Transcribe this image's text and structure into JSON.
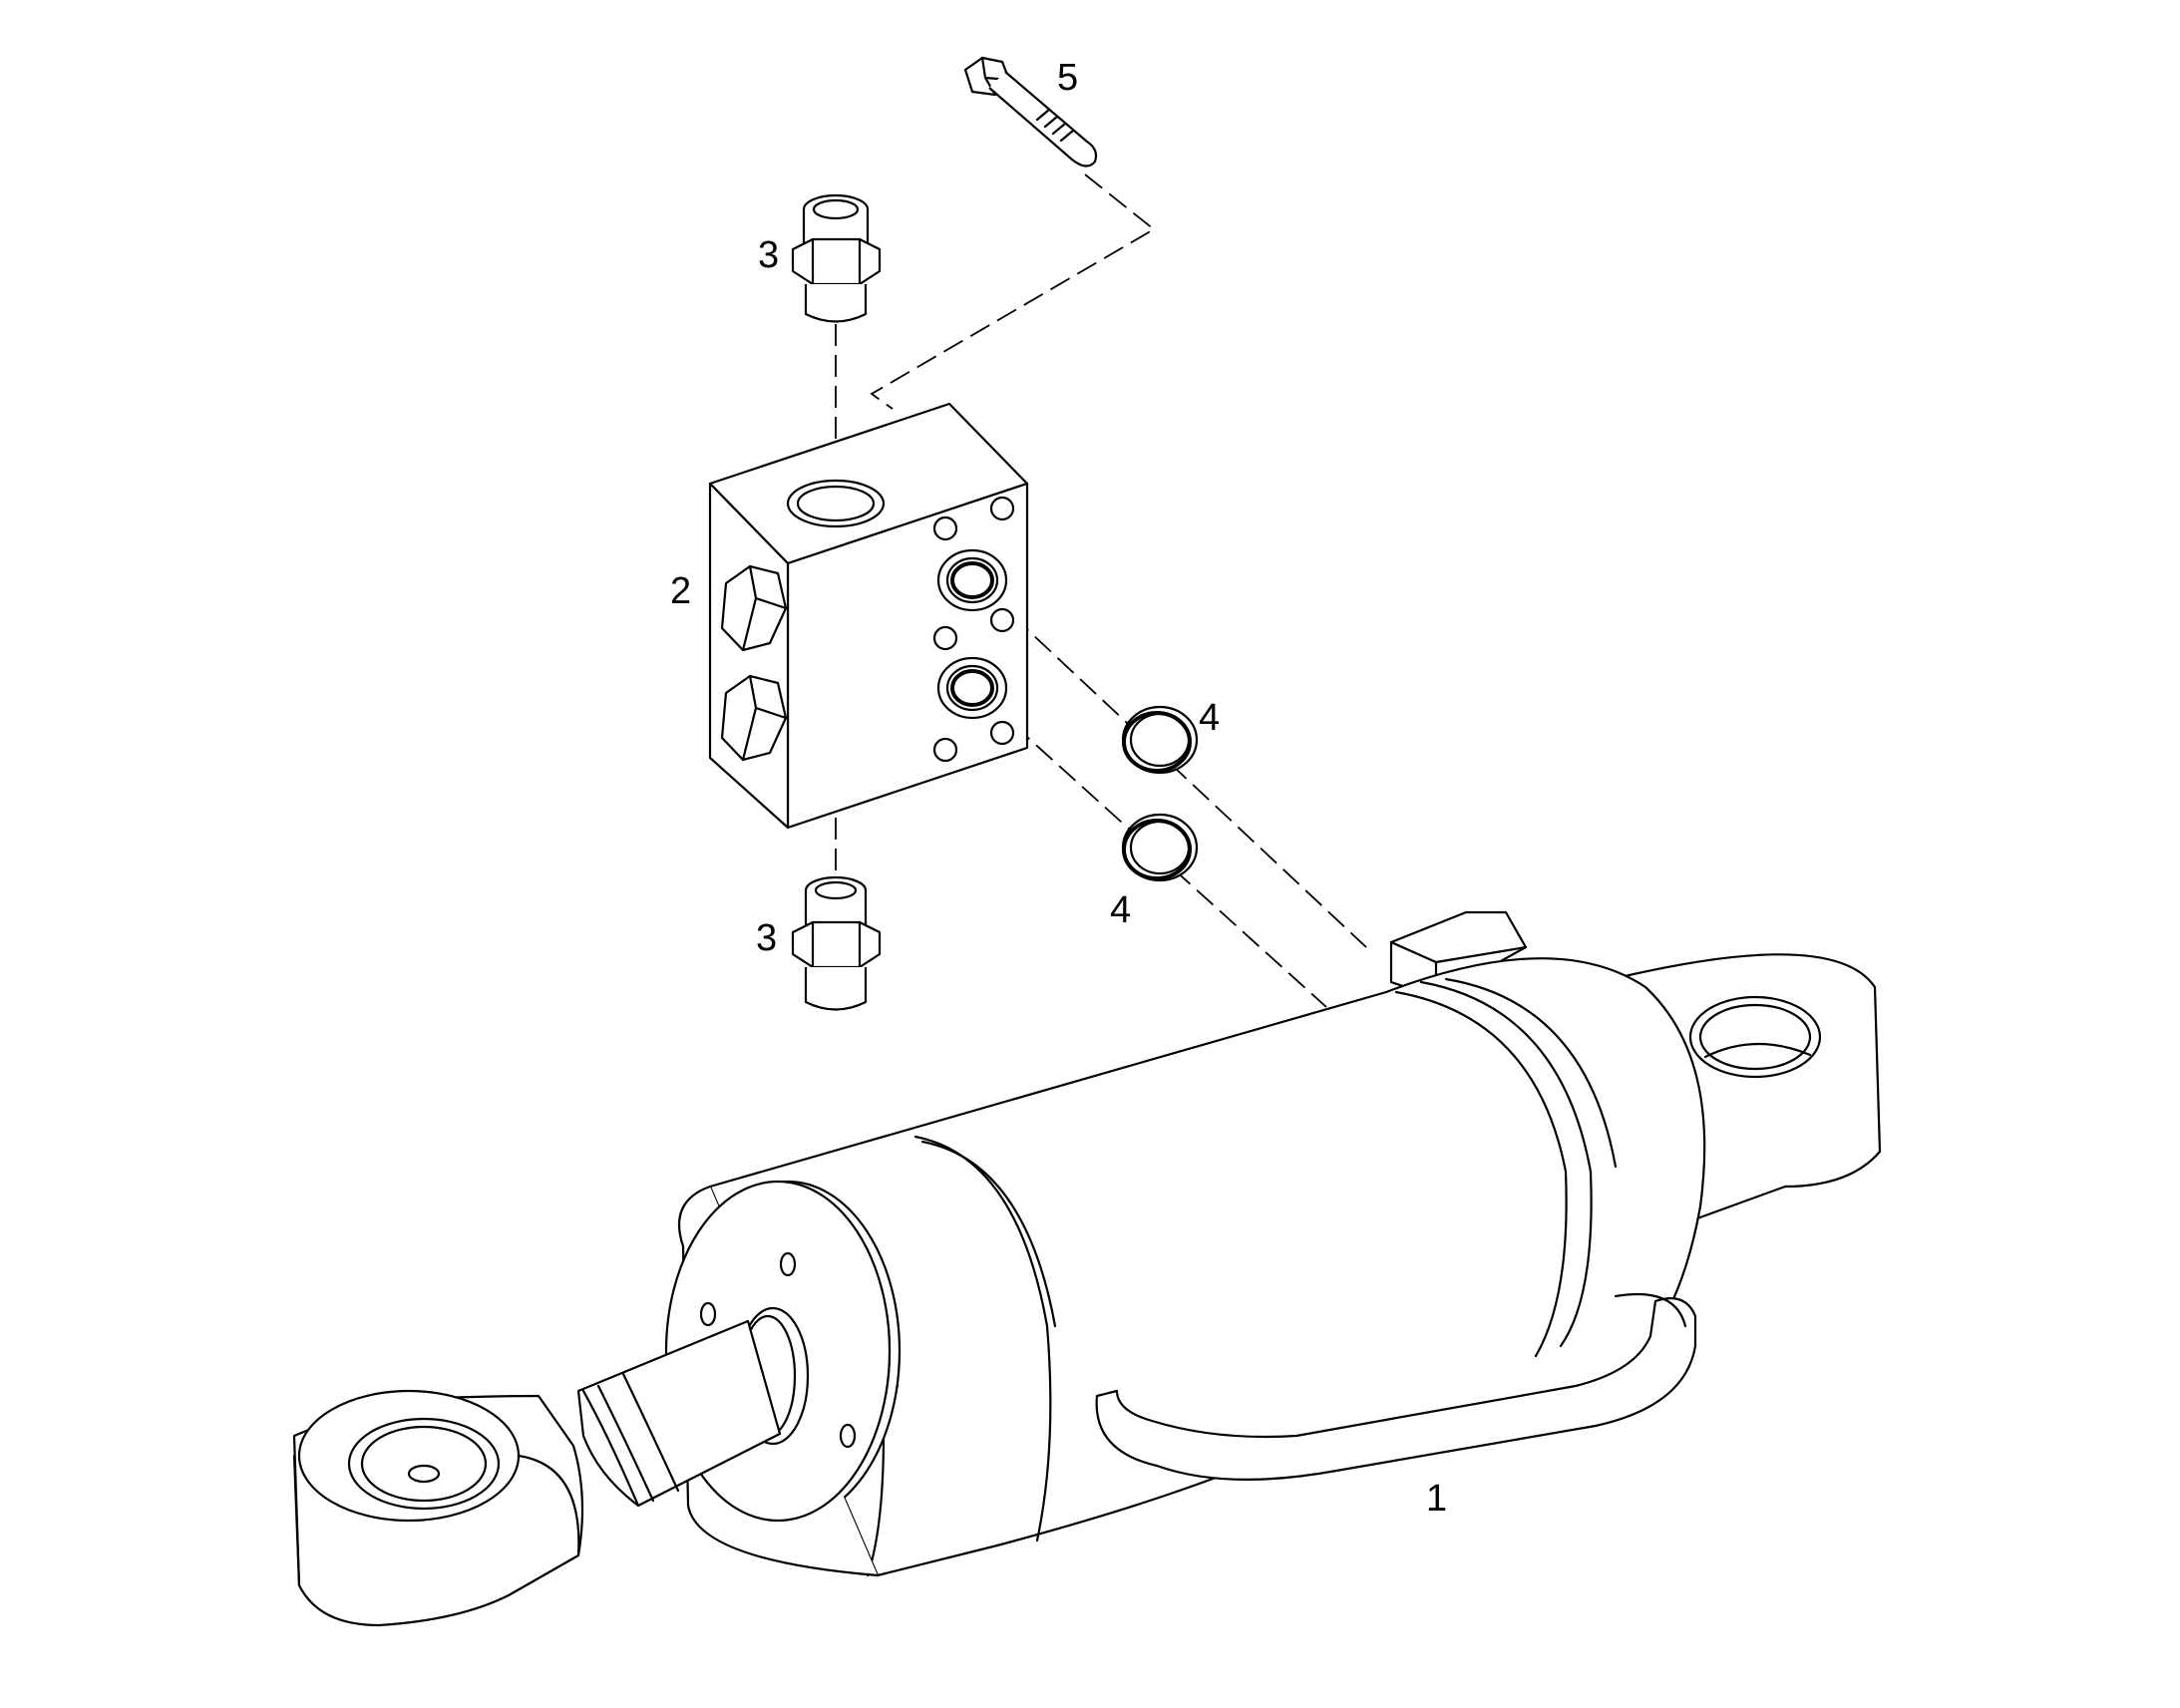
{
  "callouts": {
    "cylinder": "1",
    "valve_block": "2",
    "fitting_top": "3",
    "fitting_bottom": "3",
    "seal_upper": "4",
    "seal_lower": "4",
    "bolt": "5"
  },
  "colors": {
    "line": "#000000",
    "background": "#ffffff"
  }
}
